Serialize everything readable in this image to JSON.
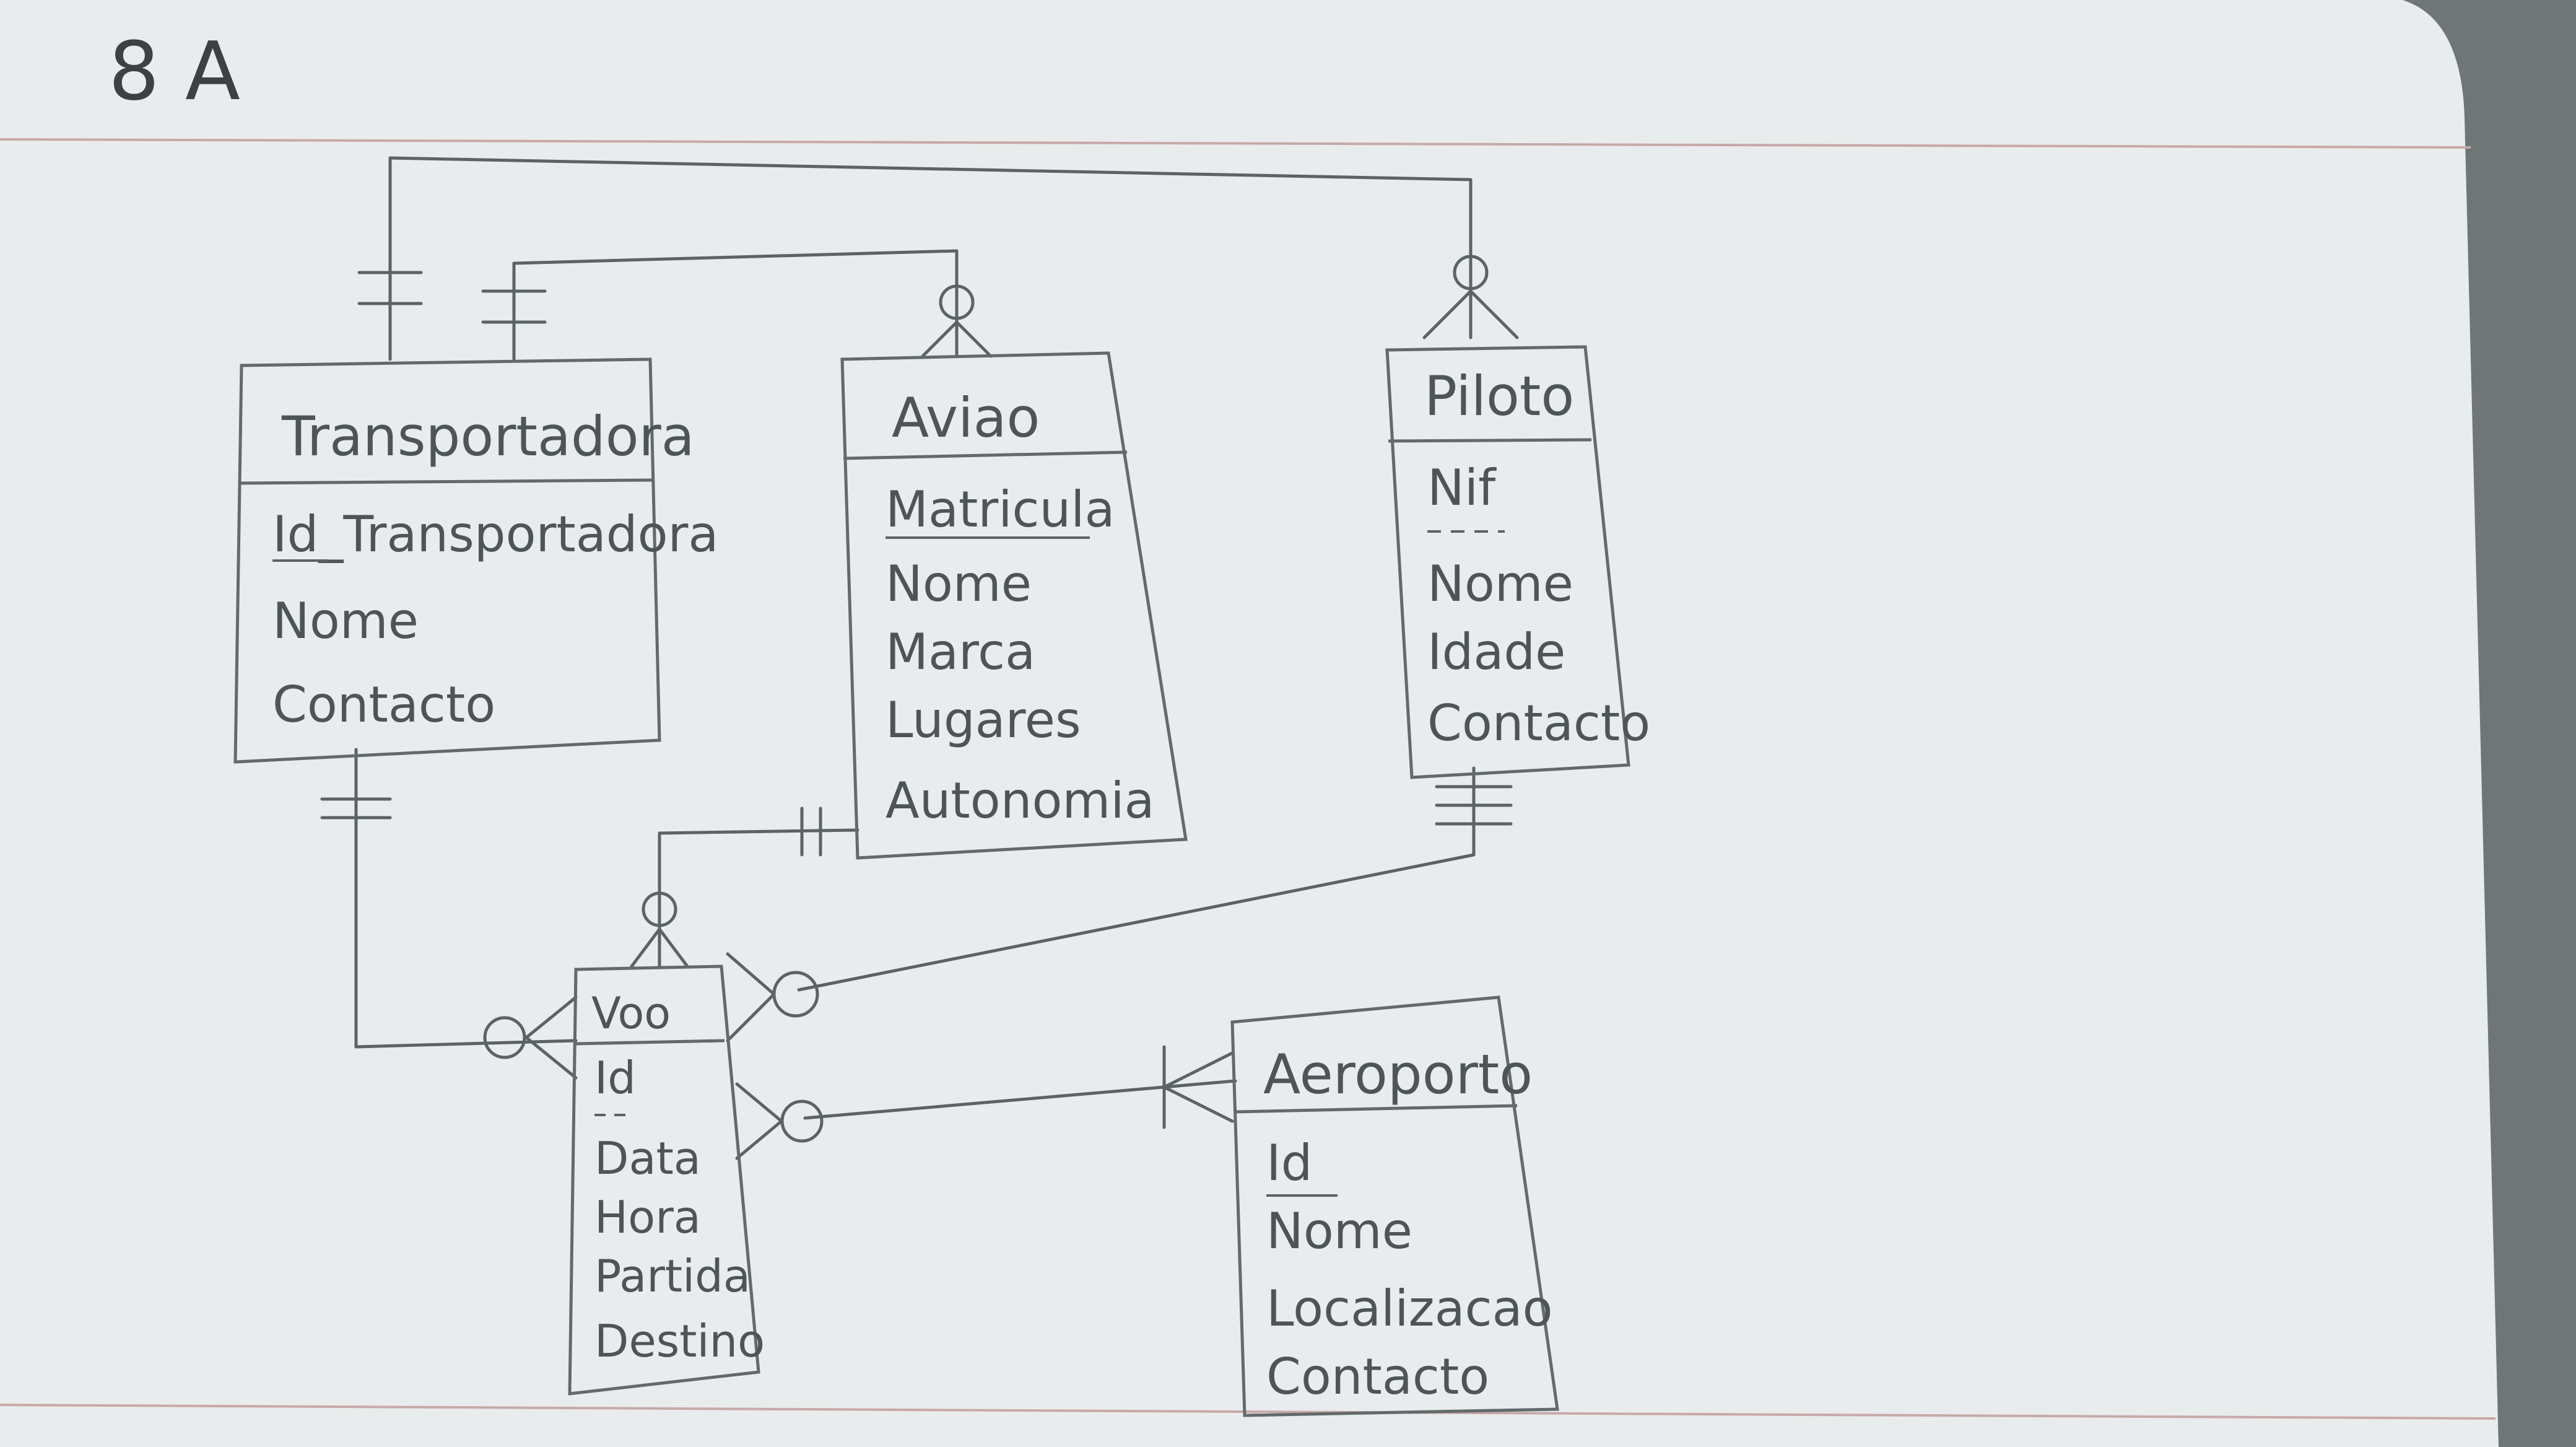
{
  "page": {
    "label": "8 A"
  },
  "entities": {
    "transportadora": {
      "title": "Transportadora",
      "attributes": [
        "Id_Transportadora",
        "Nome",
        "Contacto"
      ]
    },
    "aviao": {
      "title": "Aviao",
      "attributes": [
        "Matricula",
        "Nome",
        "Marca",
        "Lugares",
        "Autonomia"
      ]
    },
    "piloto": {
      "title": "Piloto",
      "attributes": [
        "Nif",
        "Nome",
        "Idade",
        "Contacto"
      ]
    },
    "voo": {
      "title": "Voo",
      "attributes": [
        "Id",
        "Data",
        "Hora",
        "Partida",
        "Destino"
      ]
    },
    "aeroporto": {
      "title": "Aeroporto",
      "attributes": [
        "Id",
        "Nome",
        "Localizacao",
        "Contacto"
      ]
    }
  },
  "relationships": [
    {
      "from": "transportadora",
      "to": "piloto",
      "from_card": "one",
      "to_card": "zero-or-many"
    },
    {
      "from": "transportadora",
      "to": "aviao",
      "from_card": "one",
      "to_card": "zero-or-many"
    },
    {
      "from": "transportadora",
      "to": "voo",
      "from_card": "one",
      "to_card": "zero-or-many"
    },
    {
      "from": "aviao",
      "to": "voo",
      "from_card": "one",
      "to_card": "zero-or-many"
    },
    {
      "from": "piloto",
      "to": "voo",
      "from_card": "one",
      "to_card": "zero-or-many"
    },
    {
      "from": "aeroporto",
      "to": "voo",
      "from_card": "one-or-many",
      "to_card": "zero-or-many"
    }
  ],
  "colors": {
    "paper": "#e9eced",
    "pencil": "#5b6364",
    "rule_line": "#c9a8a8",
    "background": "#6f7676"
  }
}
